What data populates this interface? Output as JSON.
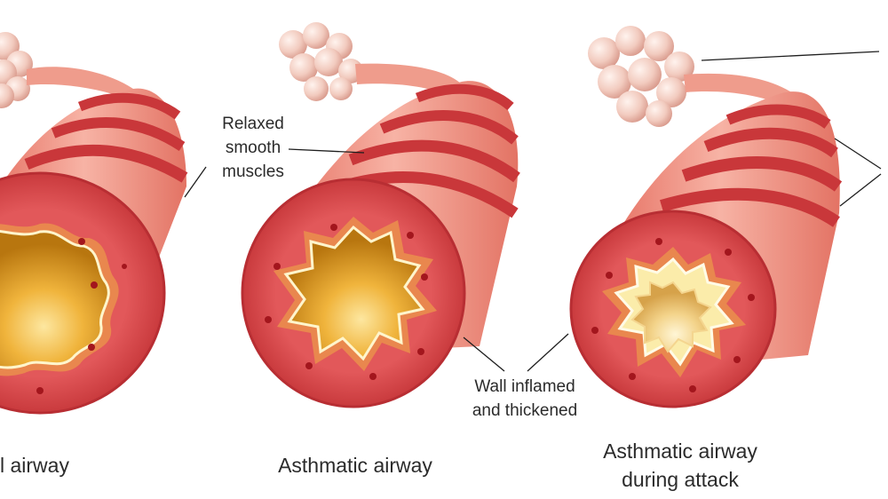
{
  "labels": {
    "relaxed": [
      "Relaxed",
      "smooth",
      "muscles"
    ],
    "wall": [
      "Wall inflamed",
      "and thickened"
    ],
    "normal_caption": "l airway",
    "asthmatic_caption": "Asthmatic airway",
    "attack_caption": [
      "Asthmatic airway",
      "during attack"
    ]
  },
  "colors": {
    "tube_light": "#f3a89a",
    "tube_mid": "#e8796b",
    "tube_dark": "#c9373a",
    "wall_red": "#d8464a",
    "lining_orange": "#e9874e",
    "mucus_cream": "#fbecaa",
    "lumen_gold": "#c88412",
    "alveoli": "#f2cbbf",
    "label_text": "#2b2b2b"
  }
}
